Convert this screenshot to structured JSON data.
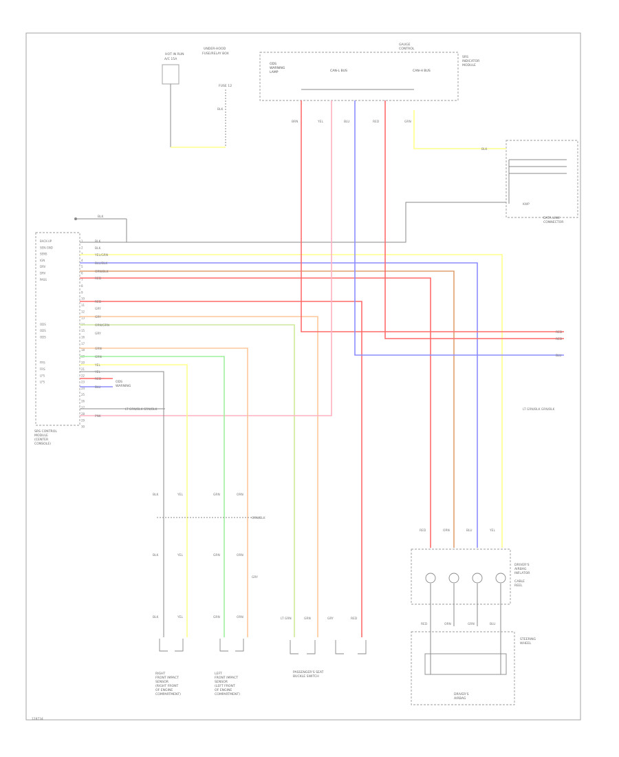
{
  "page_code": "128734",
  "components": {
    "scm": [
      "SRS CONTROL",
      "MODULE",
      "(CENTER",
      "CONSOLE)"
    ],
    "fuse_box": [
      "HOT IN RUN",
      "UNDER-HOOD",
      "FUSE/RELAY BOX"
    ],
    "front_right_sensor": [
      "RIGHT",
      "FRONT IMPACT",
      "SENSOR",
      "(RIGHT FRONT",
      "OF ENGINE",
      "COMPARTMENT)"
    ],
    "front_left_sensor": [
      "LEFT",
      "FRONT IMPACT",
      "SENSOR",
      "(LEFT FRONT",
      "OF ENGINE",
      "COMPARTMENT)"
    ],
    "seat_buckle": [
      "PASSENGER'S SEAT",
      "BUCKLE SWITCH"
    ],
    "airbag_inflator": [
      "DRIVER'S",
      "AIRBAG",
      "INFLATOR"
    ],
    "cable_reel": [
      "CABLE",
      "REEL"
    ],
    "gauge_control": [
      "GAUGE",
      "CONTROL",
      "MODULE"
    ],
    "driver_airbag": [
      "DRIVER'S",
      "AIRBAG"
    ],
    "steering_wheel": [
      "STEERING",
      "WHEEL"
    ],
    "srs_indicator": [
      "SRS",
      "INDICATOR"
    ],
    "dlc": [
      "DATA LINK",
      "CONNECTOR"
    ]
  },
  "connector_labels": {
    "scm_pins": [
      "BACK-UP",
      "SEN-GND",
      "SENS",
      "IGN",
      "DRV",
      "DRV",
      "PASS",
      "",
      "",
      "",
      "",
      "",
      "",
      "ODS",
      "ODS",
      "ODS",
      "",
      "",
      "",
      "FRS",
      "FRS",
      "LFS",
      "LFS",
      "",
      "",
      "",
      "",
      "",
      "",
      ""
    ],
    "pin_numbers": [
      "1",
      "2",
      "3",
      "4",
      "5",
      "6",
      "7",
      "8",
      "9",
      "10",
      "11",
      "12",
      "13",
      "14",
      "15",
      "16",
      "17",
      "18",
      "19",
      "20",
      "21",
      "22",
      "23",
      "24",
      "25",
      "26",
      "27",
      "28",
      "29",
      "30"
    ],
    "hot_fuse": "A/C 15A",
    "fuse": "FUSE 12",
    "link_text": [
      "ODS",
      "WARNING",
      "LAMP"
    ],
    "can_text": "CAN-L BUS",
    "can_text2": "CAN-H BUS",
    "kwp": "KWP",
    "dlc_label": "LT GRN/BLK  GRN/BLK"
  },
  "wire_codes": {
    "top": [
      "BRN",
      "YEL",
      "BLU",
      "RED",
      "GRN"
    ],
    "scm": [
      "BLK",
      "BLK",
      "YEL/GRN",
      "BLU/BLK",
      "ORN/BLK",
      "RED",
      "RED",
      "GRY",
      "GRY",
      "ORN/GRN",
      "GRY",
      "GRN",
      "GRN",
      "YEL",
      "YEL",
      "RED",
      "BLU",
      "PNK"
    ],
    "right": [
      "RED",
      "RED",
      "BLU",
      "BLK"
    ],
    "bottom_sensors": [
      "BLK",
      "YEL",
      "GRN",
      "ORN"
    ],
    "bottom_mid": [
      "ORN/BLK",
      "GRY"
    ],
    "lower_right": [
      "RED",
      "ORN",
      "BLU",
      "YEL"
    ],
    "steering": [
      "RED",
      "ORN",
      "GRN",
      "BLU"
    ],
    "seat": [
      "LT GRN",
      "GRN",
      "GRY",
      "RED"
    ]
  },
  "palette": {
    "red": "#ff6a6a",
    "pink": "#ffb0c0",
    "yellow": "#ffff8c",
    "blue": "#8c8cff",
    "orange": "#e0a070",
    "lightorange": "#ffc79a",
    "green": "#9ef09e",
    "lime": "#cfe99a",
    "gray": "#8a8a8a"
  }
}
